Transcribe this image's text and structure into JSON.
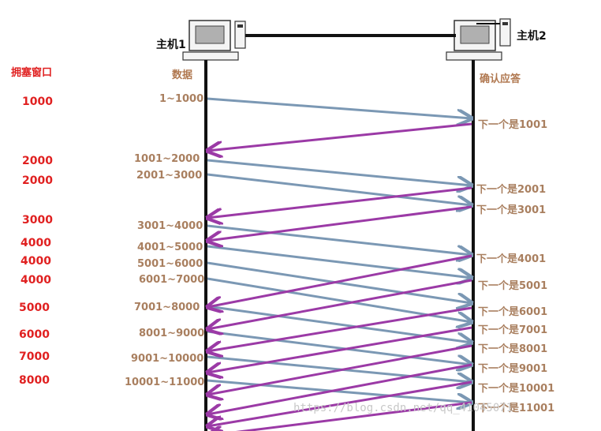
{
  "hosts": {
    "left": "主机1",
    "right": "主机2"
  },
  "headers": {
    "cwnd": "拥塞窗口",
    "data": "数据",
    "ack": "确认应答"
  },
  "colors": {
    "send": "#7b98b4",
    "ack": "#9b3aa6",
    "red": "#e02020",
    "brown": "#a97f5f"
  },
  "cwnd_labels": [
    "1000",
    "2000",
    "2000",
    "3000",
    "4000",
    "4000",
    "4000",
    "5000",
    "6000",
    "7000",
    "8000"
  ],
  "segments": [
    "1~1000",
    "1001~2000",
    "2001~3000",
    "3001~4000",
    "4001~5000",
    "5001~6000",
    "6001~7000",
    "7001~8000",
    "8001~9000",
    "9001~10000",
    "10001~11000"
  ],
  "acks": [
    "下一个是1001",
    "下一个是2001",
    "下一个是3001",
    "下一个是4001",
    "下一个是5001",
    "下一个是6001",
    "下一个是7001",
    "下一个是8001",
    "下一个是9001",
    "下一个是10001",
    "下一个是11001"
  ],
  "watermark": "https://blog.csdn.net/qq_41045071"
}
